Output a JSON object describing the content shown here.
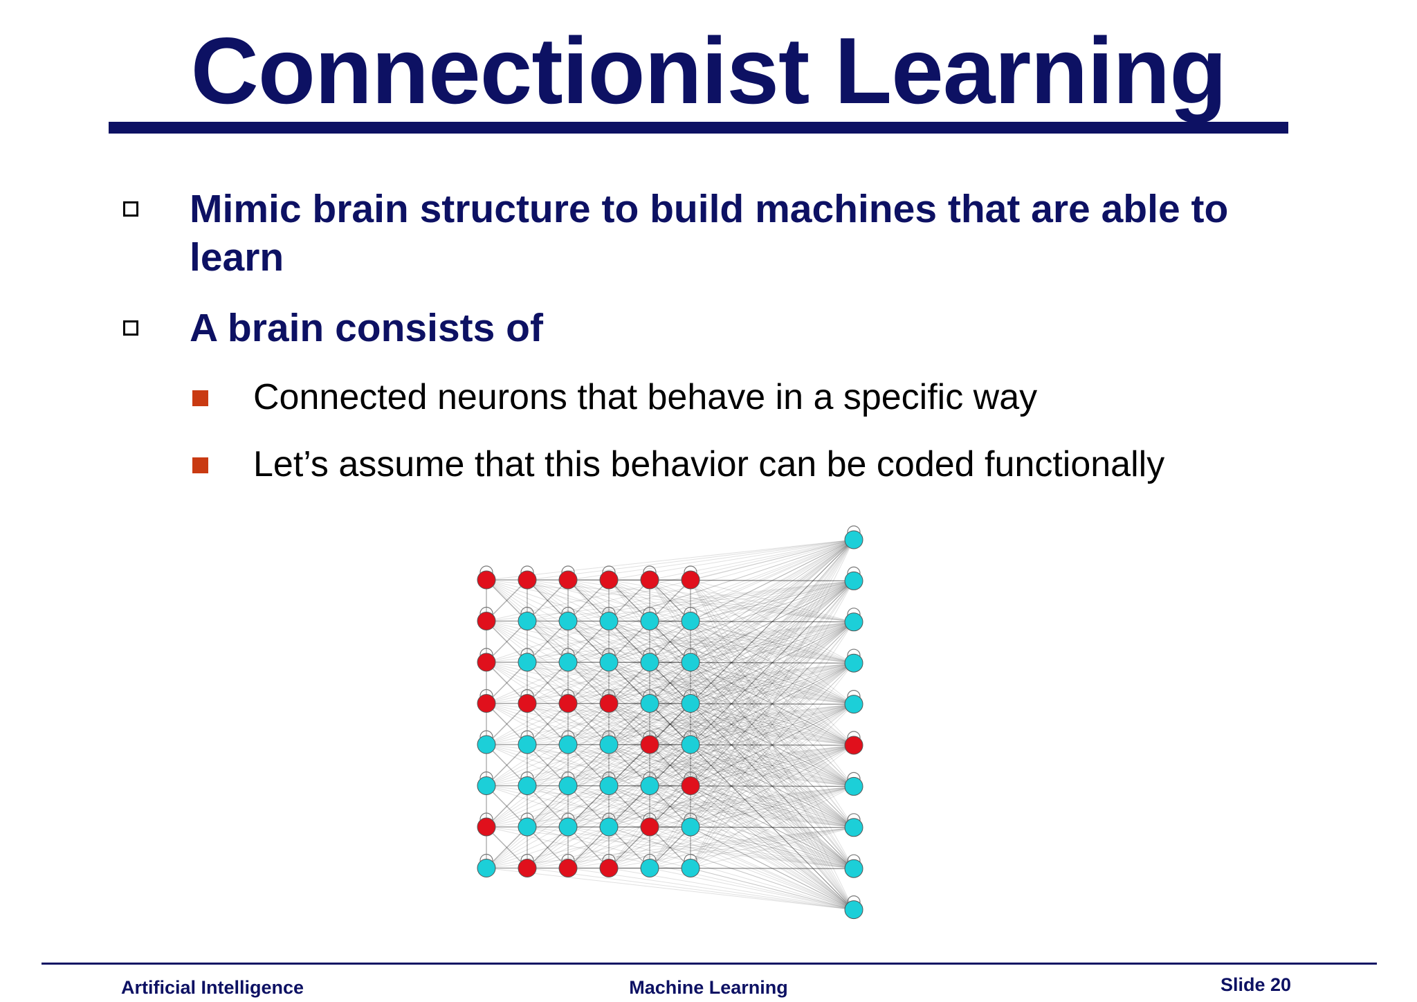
{
  "slide": {
    "title": "Connectionist Learning",
    "bullets": [
      {
        "text": "Mimic brain structure to build machines that are able to learn",
        "sub": []
      },
      {
        "text": "A brain consists of",
        "sub": [
          "Connected neurons that behave in a specific way",
          "Let’s assume that this behavior can be coded functionally"
        ]
      }
    ]
  },
  "figure": {
    "grid_colors": [
      [
        "red",
        "red",
        "red",
        "red",
        "red",
        "red"
      ],
      [
        "red",
        "cyan",
        "cyan",
        "cyan",
        "cyan",
        "cyan"
      ],
      [
        "red",
        "cyan",
        "cyan",
        "cyan",
        "cyan",
        "cyan"
      ],
      [
        "red",
        "red",
        "red",
        "red",
        "cyan",
        "cyan"
      ],
      [
        "cyan",
        "cyan",
        "cyan",
        "cyan",
        "red",
        "cyan"
      ],
      [
        "cyan",
        "cyan",
        "cyan",
        "cyan",
        "cyan",
        "red"
      ],
      [
        "red",
        "cyan",
        "cyan",
        "cyan",
        "red",
        "cyan"
      ],
      [
        "cyan",
        "red",
        "red",
        "red",
        "cyan",
        "cyan"
      ]
    ],
    "output_colors": [
      "cyan",
      "cyan",
      "cyan",
      "cyan",
      "cyan",
      "red",
      "cyan",
      "cyan",
      "cyan",
      "cyan"
    ],
    "node_colors": {
      "red": "#e0101c",
      "cyan": "#1ccfd8"
    }
  },
  "footer": {
    "left": "Artificial Intelligence",
    "center": "Machine Learning",
    "right": "Slide 20"
  }
}
